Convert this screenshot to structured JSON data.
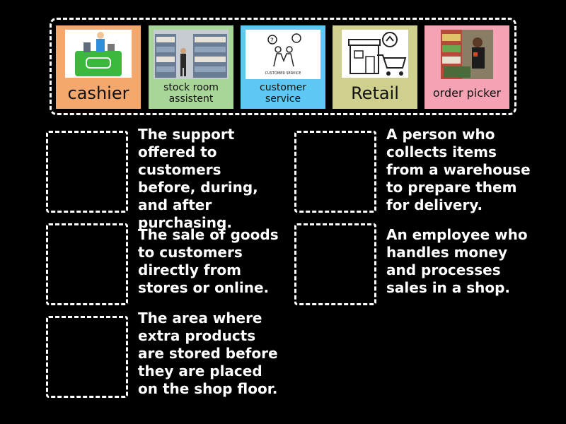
{
  "cards": [
    {
      "label": "cashier",
      "bg": "#f5a86e",
      "icon": "cashier-illustration-icon"
    },
    {
      "label": "stock room assistent",
      "bg": "#a8d598",
      "icon": "warehouse-photo-icon"
    },
    {
      "label": "customer service",
      "bg": "#5ec8f4",
      "icon": "customer-service-icon",
      "caption": "CUSTOMER SERVICE"
    },
    {
      "label": "Retail",
      "bg": "#cfd08e",
      "icon": "shop-cart-icon"
    },
    {
      "label": "order picker",
      "bg": "#f5a3b4",
      "icon": "order-picker-photo-icon"
    }
  ],
  "definitions": [
    "The support offered to customers before, during, and after purchasing.",
    "A person who collects items from a warehouse to prepare them for delivery.",
    "The sale of goods to customers directly from stores or online.",
    "An employee who handles money and processes sales in a shop.",
    "The area where extra products are stored before they are placed on the shop floor."
  ]
}
